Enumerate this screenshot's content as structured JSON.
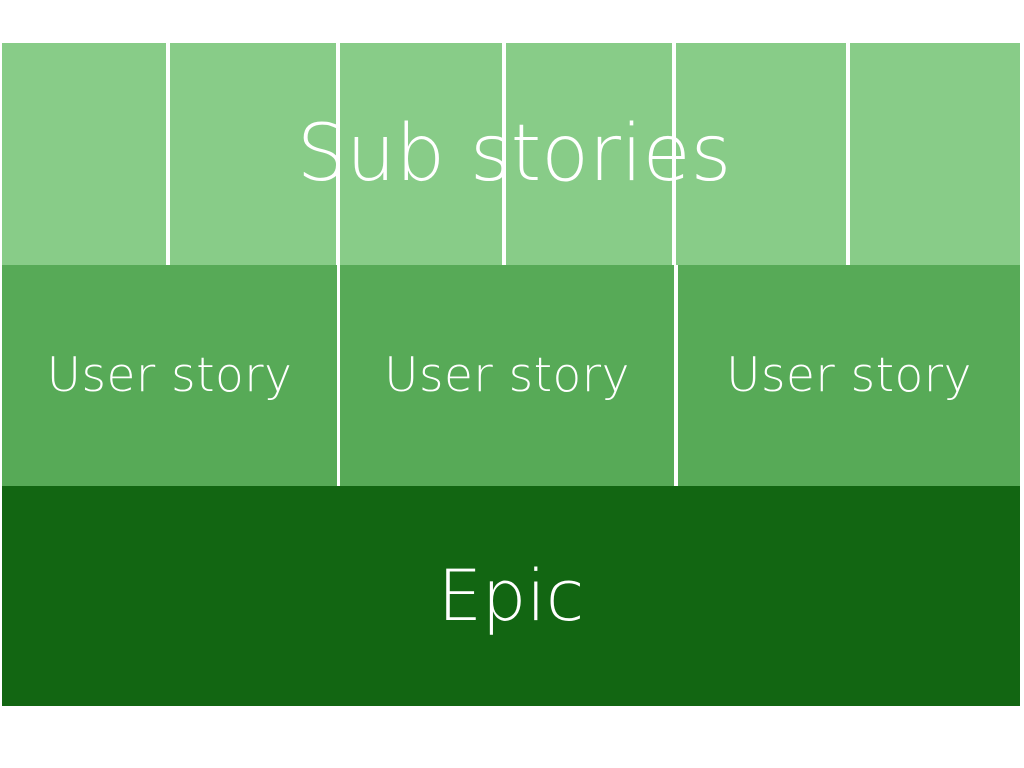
{
  "layers": {
    "sub_stories": {
      "label": "Sub stories",
      "cell_count": 6,
      "color": "#88cc88"
    },
    "user_stories": {
      "labels": [
        "User story",
        "User story",
        "User story"
      ],
      "color": "#57aa57"
    },
    "epic": {
      "label": "Epic",
      "color": "#126612"
    },
    "text_color": "#ffffff"
  }
}
